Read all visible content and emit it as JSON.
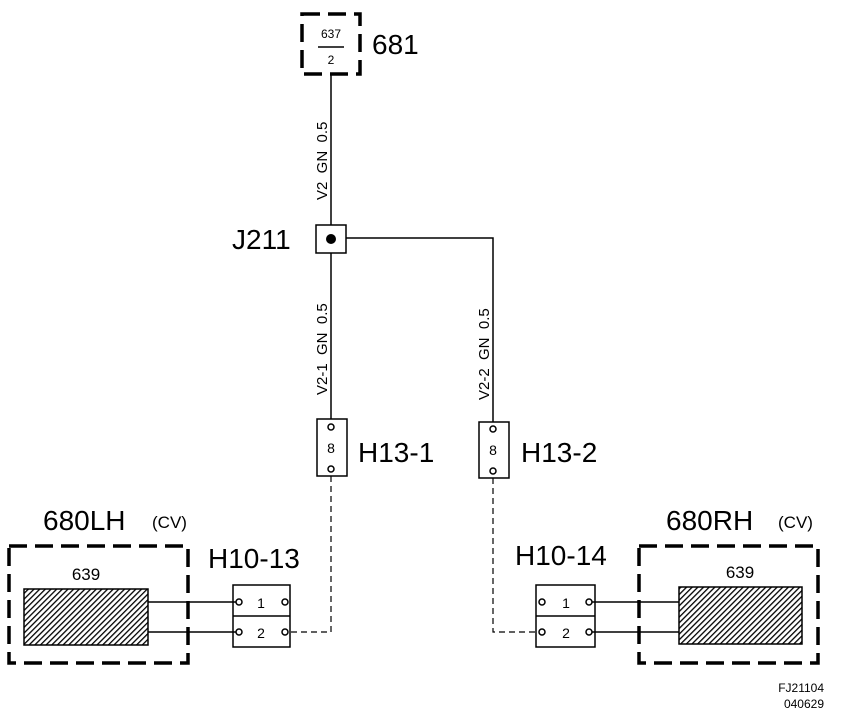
{
  "top_component": {
    "id": "681",
    "inner_code": "637",
    "pin": "2"
  },
  "junction": {
    "id": "J211"
  },
  "wires": {
    "v2": "V2  GN  0.5",
    "v2_1": "V2-1  GN  0.5",
    "v2_2": "V2-2  GN  0.5"
  },
  "connectors": {
    "h13_1": {
      "id": "H13-1",
      "pin": "8"
    },
    "h13_2": {
      "id": "H13-2",
      "pin": "8"
    },
    "h10_13": {
      "id": "H10-13",
      "pin1": "1",
      "pin2": "2"
    },
    "h10_14": {
      "id": "H10-14",
      "pin1": "1",
      "pin2": "2"
    }
  },
  "heaters": {
    "lh": {
      "id": "680LH",
      "suffix": "(CV)",
      "code": "639"
    },
    "rh": {
      "id": "680RH",
      "suffix": "(CV)",
      "code": "639"
    }
  },
  "footer": {
    "ref": "FJ21104",
    "date": "040629"
  }
}
